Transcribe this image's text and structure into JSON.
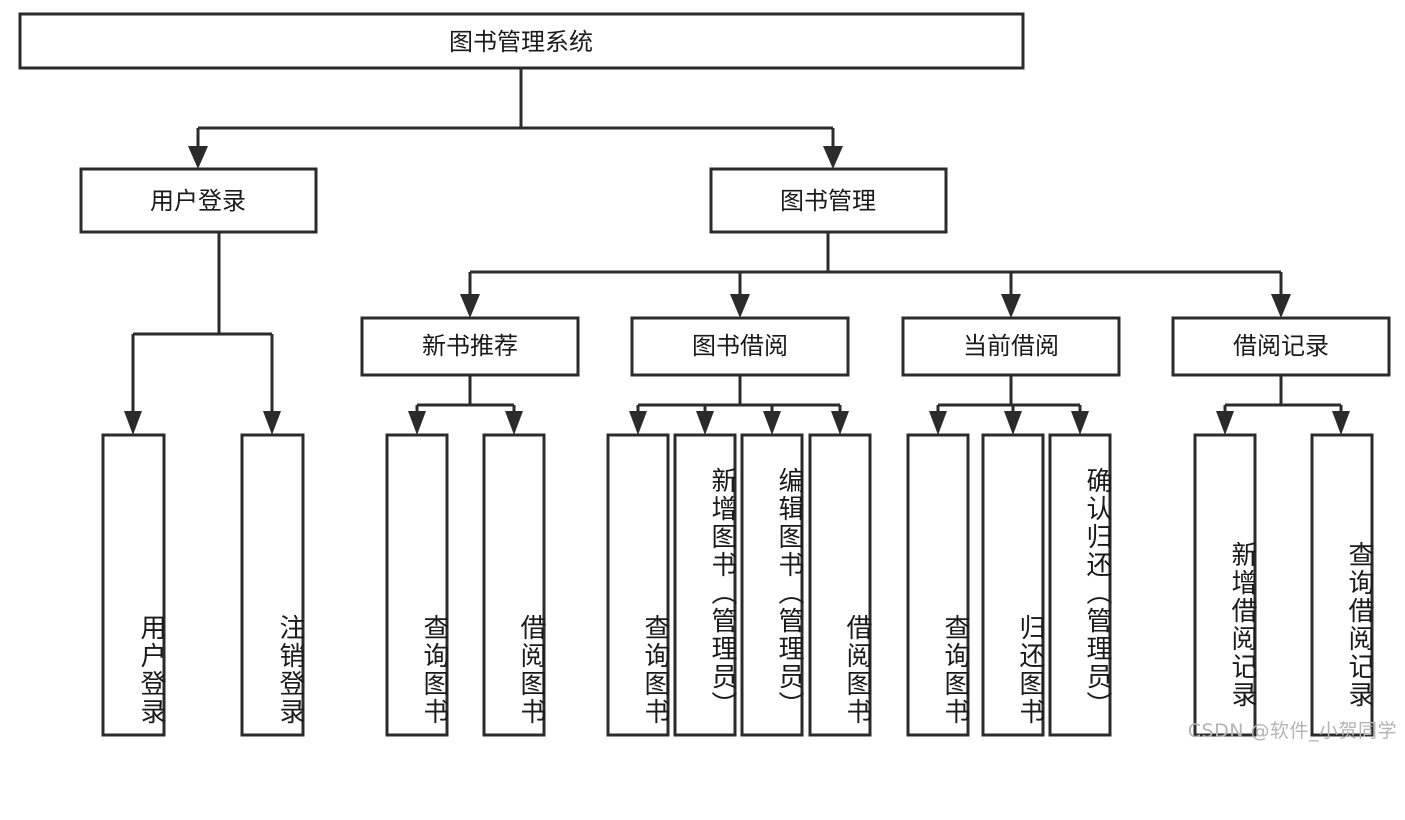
{
  "diagram": {
    "title": "图书管理系统",
    "type": "tree",
    "watermark": "CSDN @软件_小贺同学",
    "colors": {
      "stroke": "#2b2b2b",
      "fill": "#ffffff",
      "text": "#1a1a1a",
      "watermark": "#b4b4b4",
      "background": "#ffffff"
    },
    "levels": {
      "root": {
        "label": "图书管理系统"
      },
      "level2": [
        {
          "id": "user-login",
          "label": "用户登录"
        },
        {
          "id": "book-manage",
          "label": "图书管理"
        }
      ],
      "level3": [
        {
          "id": "new-book-rec",
          "label": "新书推荐",
          "parent": "book-manage"
        },
        {
          "id": "book-borrow",
          "label": "图书借阅",
          "parent": "book-manage"
        },
        {
          "id": "current-borrow",
          "label": "当前借阅",
          "parent": "book-manage"
        },
        {
          "id": "borrow-record",
          "label": "借阅记录",
          "parent": "book-manage"
        }
      ],
      "leaves": [
        {
          "id": "leaf-user-login",
          "label": "用户登录",
          "parent": "user-login"
        },
        {
          "id": "leaf-user-logout",
          "label": "注销登录",
          "parent": "user-login"
        },
        {
          "id": "leaf-query-book-1",
          "label": "查询图书",
          "parent": "new-book-rec"
        },
        {
          "id": "leaf-borrow-book-1",
          "label": "借阅图书",
          "parent": "new-book-rec"
        },
        {
          "id": "leaf-query-book-2",
          "label": "查询图书",
          "parent": "book-borrow"
        },
        {
          "id": "leaf-add-book",
          "label": "新增图书（管理员）",
          "parent": "book-borrow"
        },
        {
          "id": "leaf-edit-book",
          "label": "编辑图书（管理员）",
          "parent": "book-borrow"
        },
        {
          "id": "leaf-borrow-book-2",
          "label": "借阅图书",
          "parent": "book-borrow"
        },
        {
          "id": "leaf-query-book-3",
          "label": "查询图书",
          "parent": "current-borrow"
        },
        {
          "id": "leaf-return-book",
          "label": "归还图书",
          "parent": "current-borrow"
        },
        {
          "id": "leaf-confirm-return",
          "label": "确认归还（管理员）",
          "parent": "current-borrow"
        },
        {
          "id": "leaf-add-record",
          "label": "新增借阅记录",
          "parent": "borrow-record"
        },
        {
          "id": "leaf-query-record",
          "label": "查询借阅记录",
          "parent": "borrow-record"
        }
      ]
    }
  }
}
